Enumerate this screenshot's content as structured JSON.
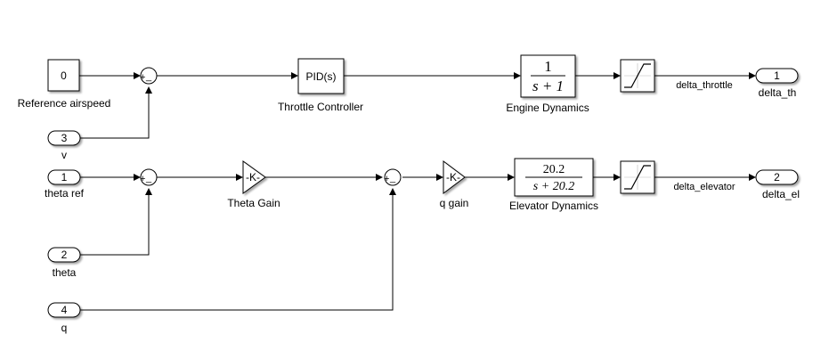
{
  "reference": {
    "value": "0",
    "label": "Reference airspeed"
  },
  "pid": {
    "text": "PID(s)",
    "label": "Throttle Controller"
  },
  "engine": {
    "num": "1",
    "den": "s + 1",
    "label": "Engine Dynamics"
  },
  "elevator": {
    "num": "20.2",
    "den": "s + 20.2",
    "label": "Elevator Dynamics"
  },
  "theta_gain": {
    "text": "-K-",
    "label": "Theta Gain"
  },
  "q_gain": {
    "text": "-K-",
    "label": "q gain"
  },
  "inports": {
    "v": {
      "num": "3",
      "label": "v"
    },
    "theta_ref": {
      "num": "1",
      "label": "theta ref"
    },
    "theta": {
      "num": "2",
      "label": "theta"
    },
    "q": {
      "num": "4",
      "label": "q"
    }
  },
  "outports": {
    "delta_th": {
      "num": "1",
      "label": "delta_th"
    },
    "delta_el": {
      "num": "2",
      "label": "delta_el"
    }
  },
  "signals": {
    "throttle": "delta_throttle",
    "elevator": "delta_elevator"
  },
  "sum_signs": {
    "plus": "+",
    "minus": "_"
  }
}
